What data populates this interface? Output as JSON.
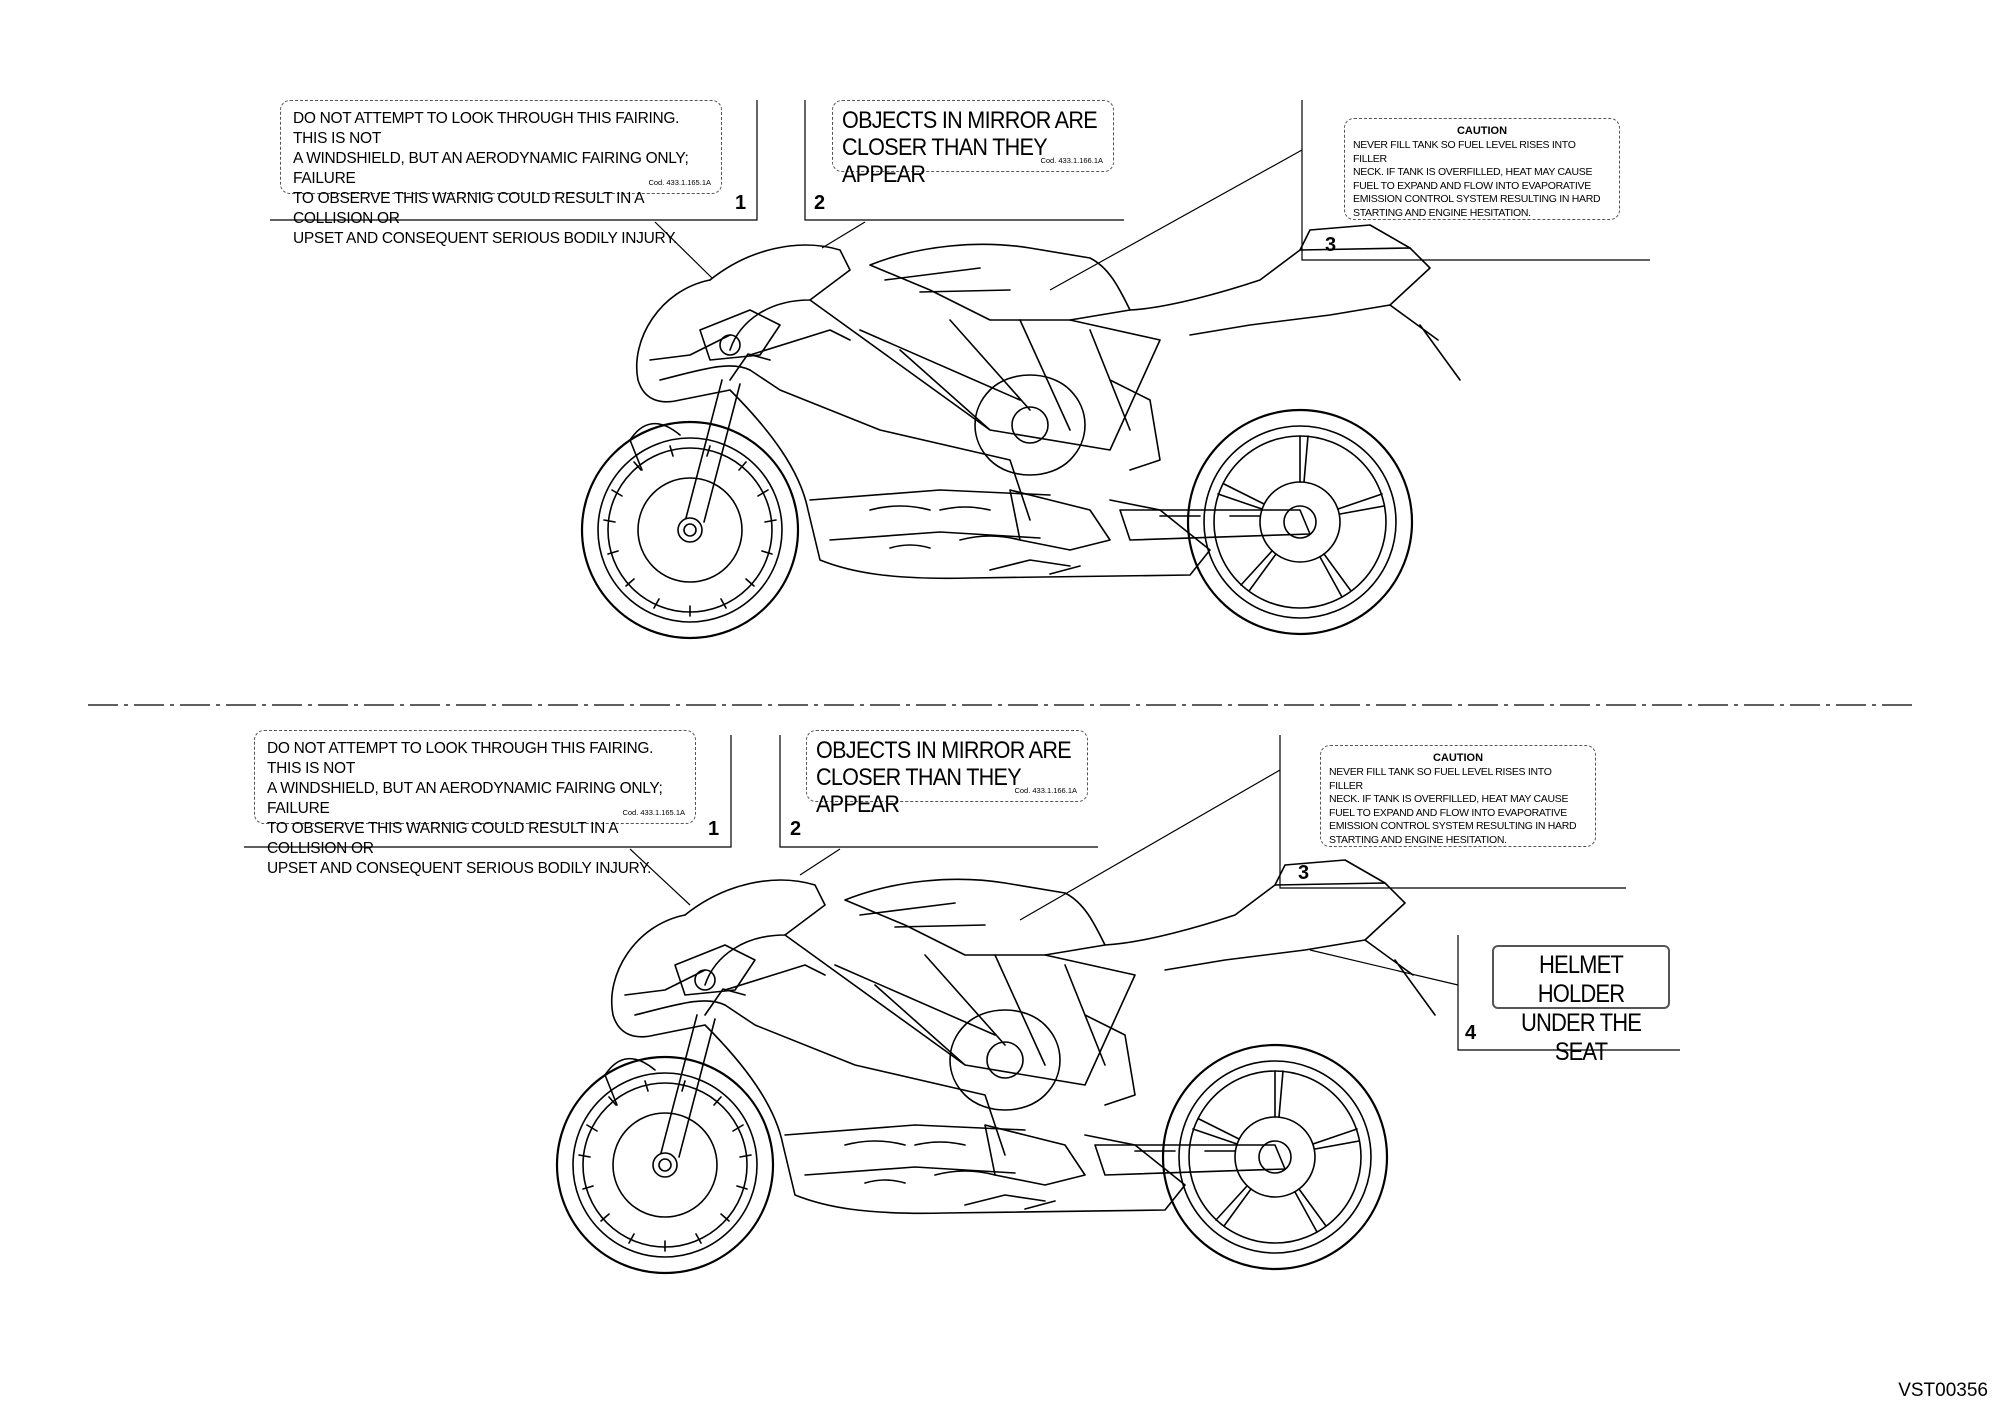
{
  "decals": {
    "fairing_warning": {
      "text": "DO NOT ATTEMPT TO LOOK THROUGH THIS FAIRING. THIS IS NOT\nA WINDSHIELD, BUT AN AERODYNAMIC FAIRING ONLY; FAILURE\nTO OBSERVE THIS WARNIG COULD RESULT IN A COLLISION OR\nUPSET AND CONSEQUENT SERIOUS BODILY INJURY.",
      "code": "Cod. 433.1.165.1A"
    },
    "mirror_warning": {
      "text": "OBJECTS IN MIRROR ARE\nCLOSER THAN THEY APPEAR",
      "code": "Cod. 433.1.166.1A"
    },
    "fuel_caution": {
      "title": "CAUTION",
      "text": "NEVER FILL TANK SO FUEL LEVEL RISES INTO FILLER\nNECK. IF TANK IS OVERFILLED, HEAT MAY CAUSE\nFUEL TO EXPAND AND FLOW INTO EVAPORATIVE\nEMISSION CONTROL SYSTEM RESULTING IN HARD\nSTARTING AND ENGINE HESITATION."
    },
    "helmet_holder": {
      "text": "HELMET HOLDER\nUNDER THE SEAT"
    }
  },
  "callouts": [
    "1",
    "2",
    "3",
    "4"
  ],
  "reference_code": "VST00356"
}
